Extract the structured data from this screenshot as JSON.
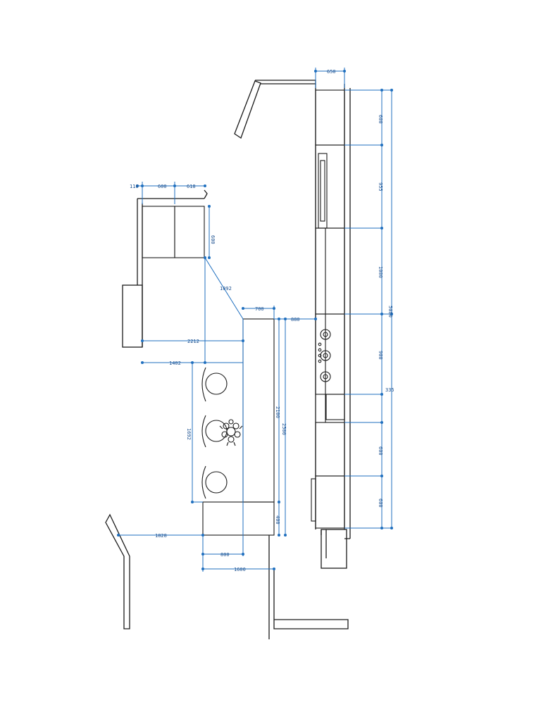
{
  "plan": {
    "dimensions": {
      "d650": "650",
      "d116": "116",
      "d600_top": "600",
      "d618": "618",
      "d600_side": "600",
      "d1092": "1092",
      "d700": "700",
      "d880": "880",
      "d2212": "2212",
      "d1402": "1402",
      "d1692": "1692",
      "d2100": "2100",
      "d2500": "2500",
      "d400": "400",
      "d1828": "1828",
      "d800": "800",
      "d1600": "1600",
      "r600a": "600",
      "r955": "955",
      "r1000": "1000",
      "r5080": "5080",
      "r900": "900",
      "r335": "335",
      "r600b": "600",
      "r600c": "600"
    }
  }
}
